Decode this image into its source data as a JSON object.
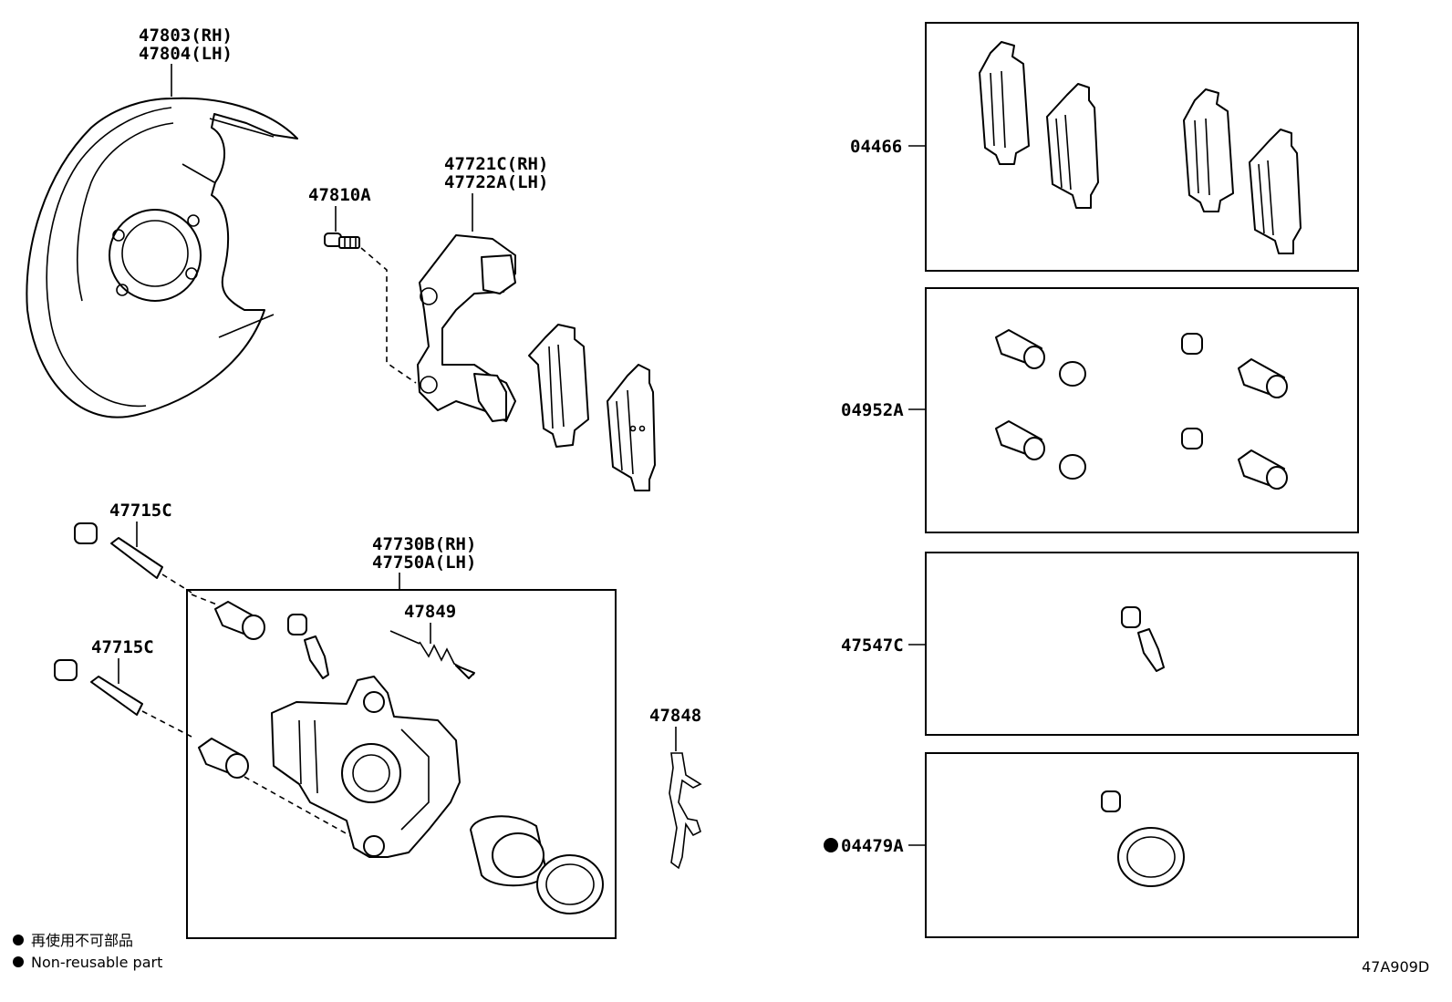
{
  "parts": {
    "shield": {
      "line1": "47803(RH)",
      "line2": "47804(LH)"
    },
    "bolt": "47810A",
    "mounting": {
      "line1": "47721C(RH)",
      "line2": "47722A(LH)"
    },
    "pin_upper": "47715C",
    "pin_lower": "47715C",
    "caliper": {
      "line1": "47730B(RH)",
      "line2": "47750A(LH)"
    },
    "spring": "47849",
    "clip": "47848",
    "pad_kit": "04466",
    "bush_kit": "04952A",
    "bleeder_kit": "47547C",
    "seal_kit": "04479A"
  },
  "legend": {
    "japanese": "再使用不可部品",
    "english": "Non-reusable part"
  },
  "diagram_code": "47A909D"
}
